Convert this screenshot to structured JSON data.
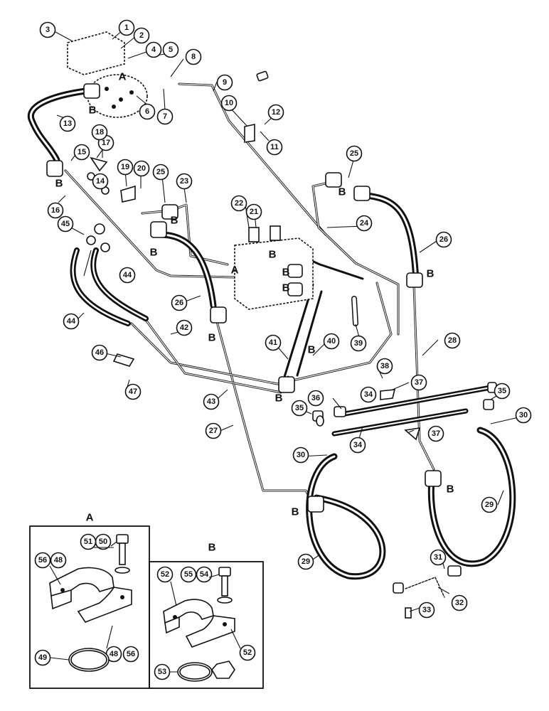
{
  "callouts": [
    "1",
    "2",
    "3",
    "4",
    "5",
    "6",
    "7",
    "8",
    "9",
    "10",
    "11",
    "12",
    "13",
    "14",
    "15",
    "16",
    "17",
    "18",
    "19",
    "20",
    "21",
    "22",
    "23",
    "24",
    "25",
    "25",
    "26",
    "26",
    "27",
    "28",
    "29",
    "29",
    "30",
    "30",
    "31",
    "32",
    "33",
    "34",
    "34",
    "35",
    "35",
    "36",
    "37",
    "37",
    "38",
    "39",
    "40",
    "41",
    "42",
    "43",
    "44",
    "44",
    "45",
    "46",
    "47",
    "48",
    "48",
    "49",
    "50",
    "51",
    "52",
    "52",
    "53",
    "54",
    "55",
    "56",
    "56"
  ],
  "flange_letters": [
    "A",
    "B",
    "B",
    "B",
    "B",
    "B",
    "B",
    "B",
    "B",
    "B",
    "B",
    "B",
    "A",
    "B",
    "B",
    "B"
  ],
  "inset_a": {
    "title": "A"
  },
  "inset_b": {
    "title": "B"
  }
}
